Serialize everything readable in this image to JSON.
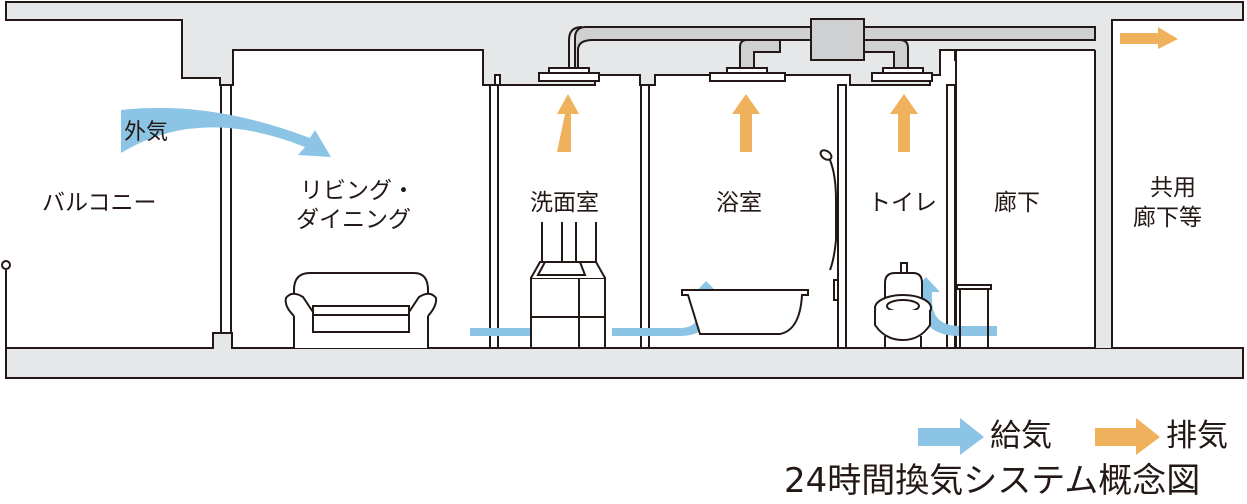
{
  "diagram": {
    "title": "24時間換気システム概念図",
    "colors": {
      "supply": "#8cc4e6",
      "exhaust": "#f0b15c",
      "structure": "#e6e7e8",
      "duct": "#cfd0d1",
      "line": "#231815"
    },
    "outside_air_label": "外気",
    "rooms": [
      {
        "id": "balcony",
        "label": "バルコニー"
      },
      {
        "id": "living",
        "label_line1": "リビング・",
        "label_line2": "ダイニング"
      },
      {
        "id": "washroom",
        "label": "洗面室"
      },
      {
        "id": "bathroom",
        "label": "浴室"
      },
      {
        "id": "toilet",
        "label": "トイレ"
      },
      {
        "id": "hallway",
        "label": "廊下"
      },
      {
        "id": "common",
        "label_line1": "共用",
        "label_line2": "廊下等"
      }
    ],
    "legend": {
      "supply_label": "給気",
      "exhaust_label": "排気"
    }
  }
}
